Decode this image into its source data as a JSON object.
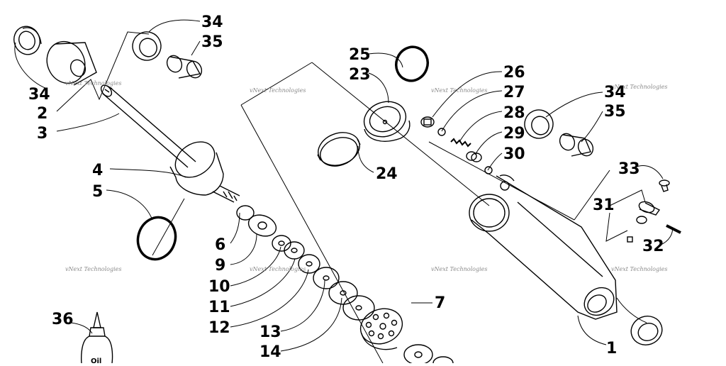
{
  "diagram": {
    "part_numbers": [
      "34",
      "35",
      "34",
      "2",
      "3",
      "4",
      "5",
      "6",
      "9",
      "10",
      "11",
      "12",
      "13",
      "14",
      "7",
      "25",
      "23",
      "24",
      "26",
      "27",
      "28",
      "29",
      "30",
      "34",
      "35",
      "33",
      "31",
      "32",
      "1",
      "36"
    ],
    "watermark": "vNext Technologies",
    "bottle_label": "Oil"
  }
}
